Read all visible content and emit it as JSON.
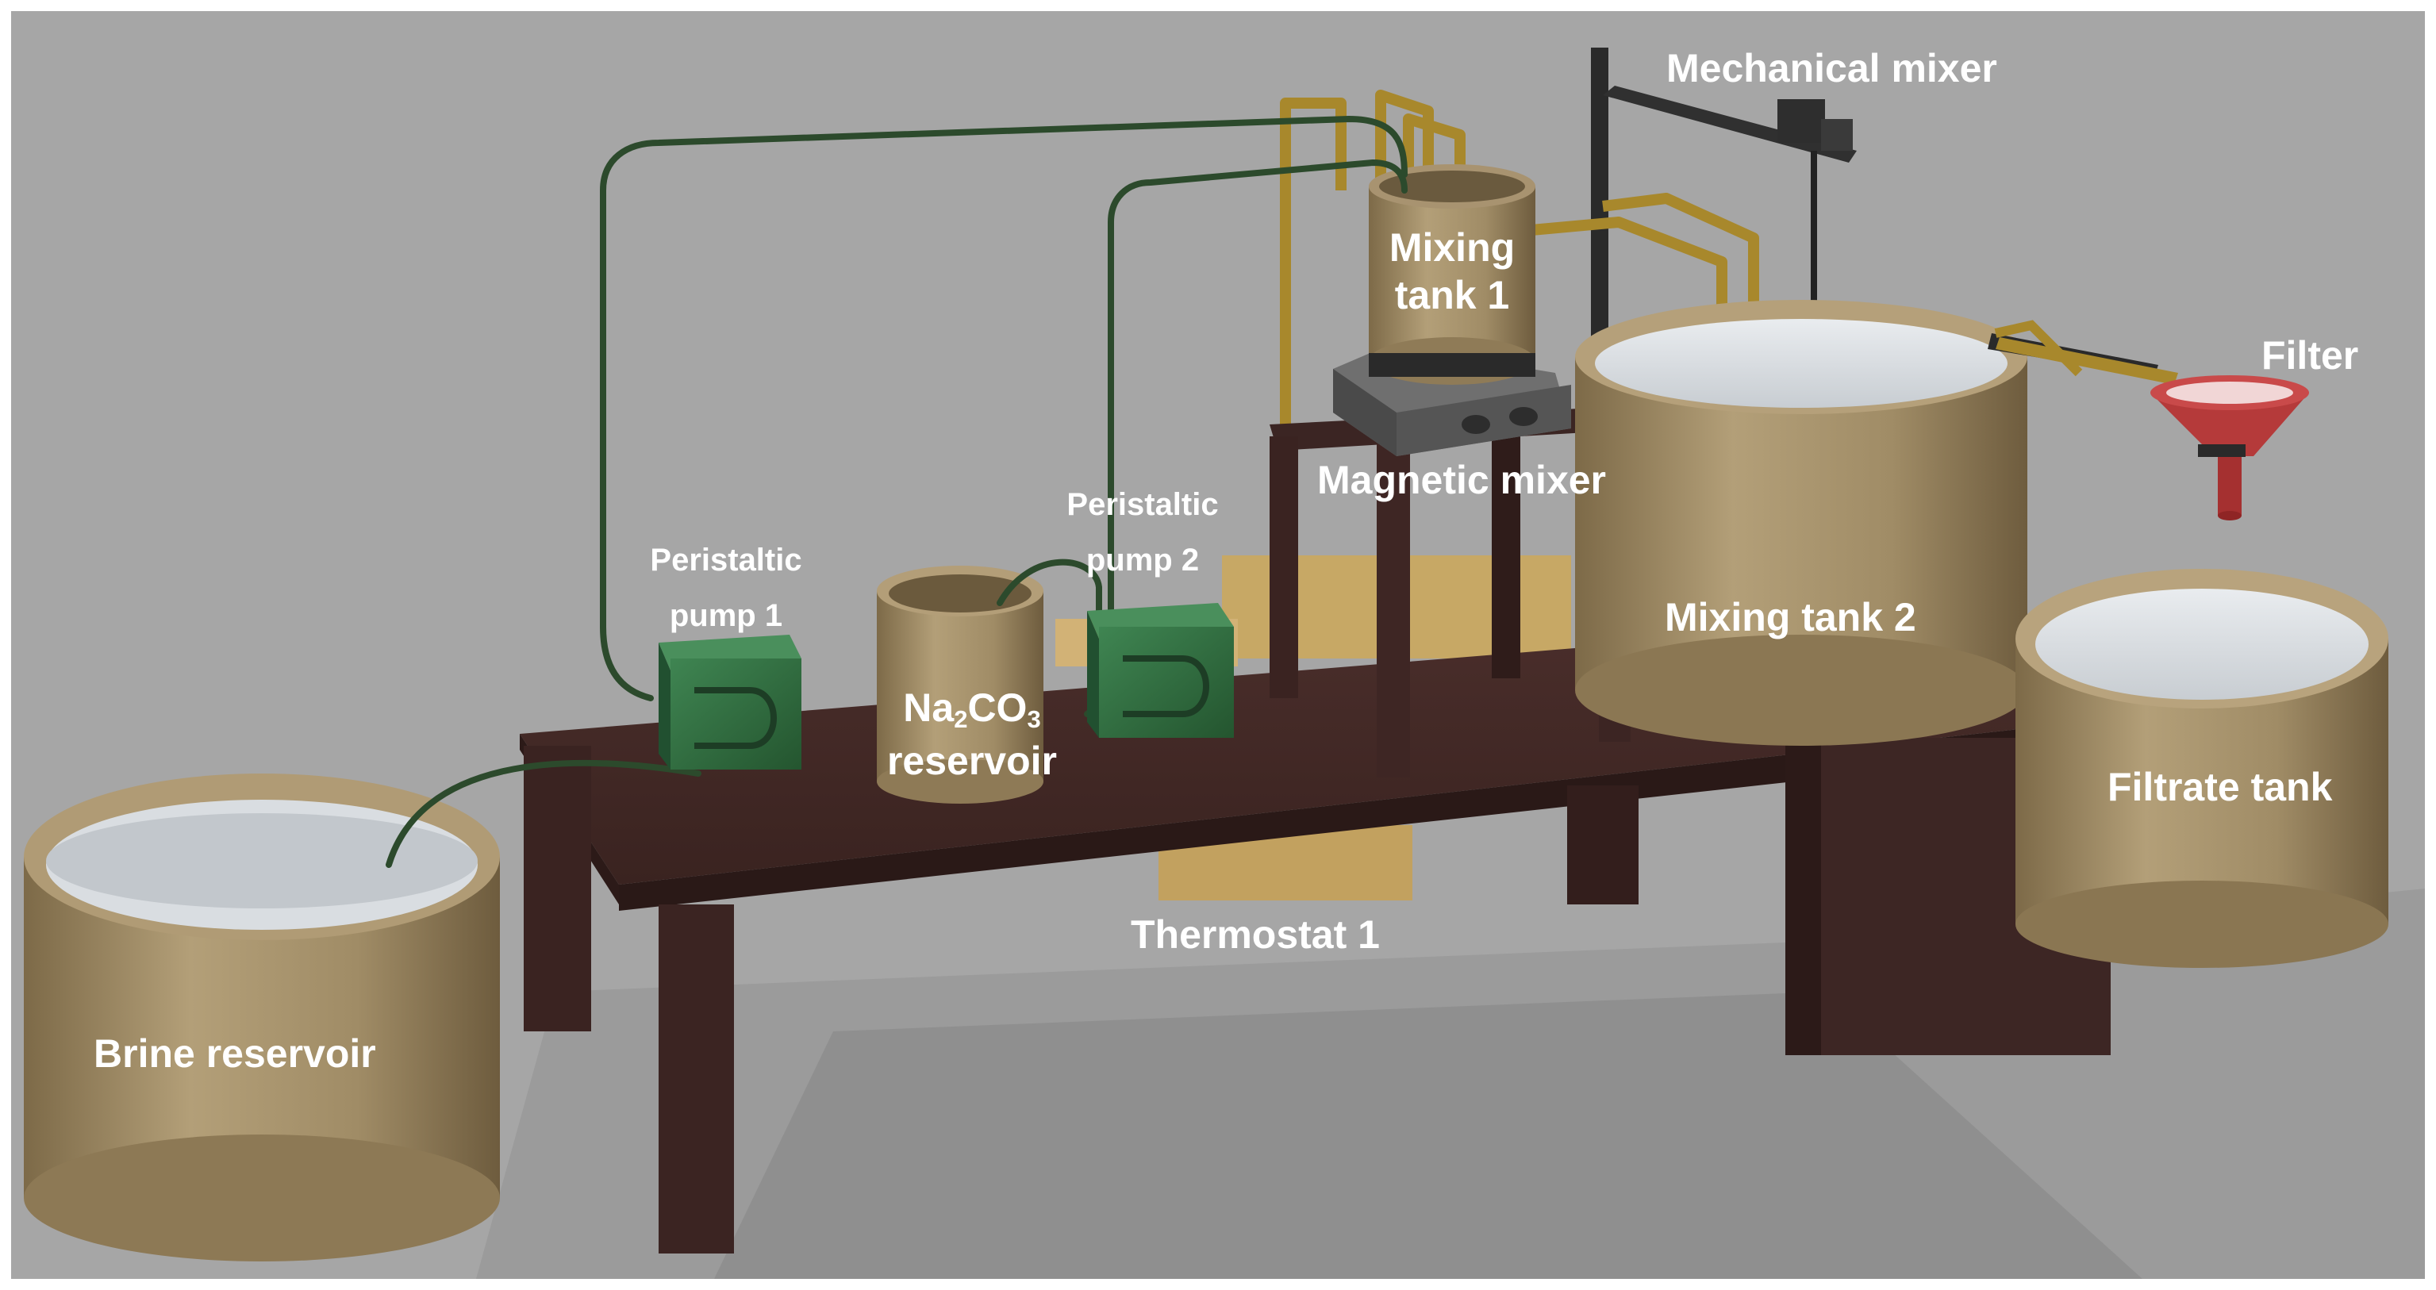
{
  "labels": {
    "mechanical_mixer": "Mechanical mixer",
    "mixing_tank_1_line1": "Mixing",
    "mixing_tank_1_line2": "tank 1",
    "filter": "Filter",
    "magnetic_mixer": "Magnetic mixer",
    "pump1_line1": "Peristaltic",
    "pump1_line2": "pump 1",
    "pump2_line1": "Peristaltic",
    "pump2_line2": "pump 2",
    "na2co3_prefix": "Na",
    "na2co3_sub1": "2",
    "na2co3_mid": "CO",
    "na2co3_sub2": "3",
    "na2co3_line2": "reservoir",
    "mixing_tank_2": "Mixing tank 2",
    "filtrate_tank": "Filtrate tank",
    "thermostat": "Thermostat 1",
    "brine_reservoir": "Brine reservoir"
  },
  "colors": {
    "background": "#a6a6a6",
    "shadow": "#989898",
    "tank_wood": "#a4906a",
    "table_wood": "#3b2422",
    "pump_green": "#2f6b3f",
    "tube_green": "#2c4a2c",
    "pipe_gold": "#a8882c",
    "funnel_red": "#b53a3a",
    "mixer_black": "#2a2a2a",
    "label_text": "#ffffff"
  }
}
